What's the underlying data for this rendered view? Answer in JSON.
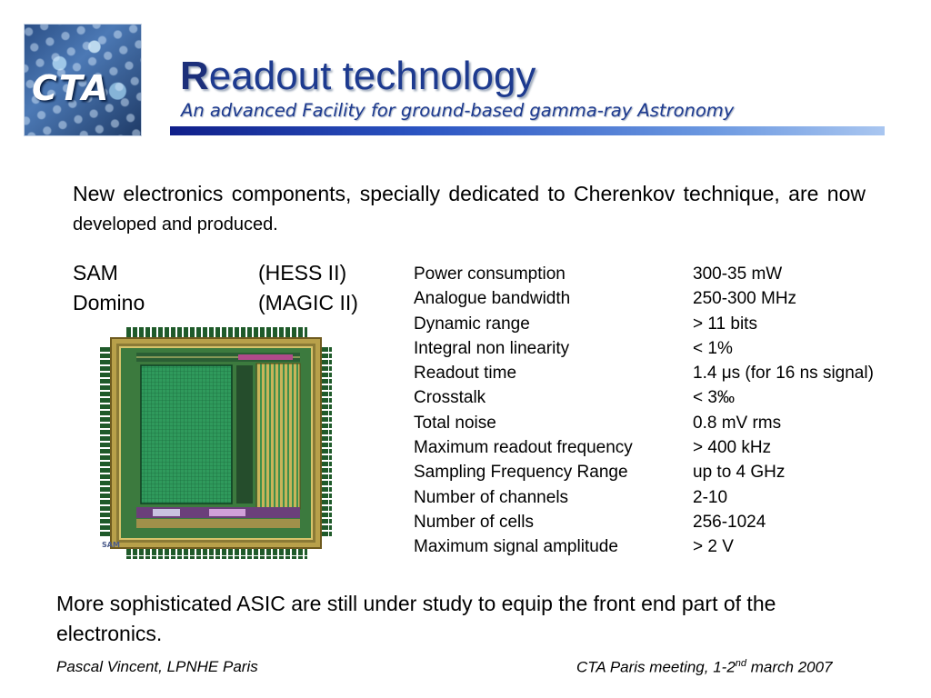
{
  "header": {
    "logo_text": "CTA",
    "title_first": "R",
    "title_rest": "eadout technology",
    "subtitle": "An advanced Facility for ground-based gamma-ray Astronomy"
  },
  "intro": {
    "main": "New electronics components, specially dedicated to Cherenkov technique, are now",
    "small": "developed and produced."
  },
  "chips": [
    {
      "name": "SAM",
      "experiment": "(HESS II)"
    },
    {
      "name": "Domino",
      "experiment": "(MAGIC II)"
    }
  ],
  "chip_image": {
    "label": "SAM"
  },
  "specs": [
    {
      "param": "Power consumption",
      "value": "300-35 mW"
    },
    {
      "param": "Analogue bandwidth",
      "value": "250-300 MHz"
    },
    {
      "param": "Dynamic range",
      "value": "> 11 bits"
    },
    {
      "param": "Integral non linearity",
      "value": "< 1%"
    },
    {
      "param": "Readout time",
      "value": "1.4 μs (for 16 ns signal)"
    },
    {
      "param": "Crosstalk",
      "value": "< 3‰"
    },
    {
      "param": "Total noise",
      "value": "0.8 mV rms"
    },
    {
      "param": "Maximum readout frequency",
      "value": "> 400 kHz"
    },
    {
      "param": "Sampling Frequency Range",
      "value": "up to 4 GHz"
    },
    {
      "param": "Number of channels",
      "value": "2-10"
    },
    {
      "param": "Number of cells",
      "value": "256-1024"
    },
    {
      "param": "Maximum signal amplitude",
      "value": "> 2 V"
    }
  ],
  "outro": "More sophisticated ASIC are still under study to equip the front end part of the electronics.",
  "footer": {
    "left": "Pascal Vincent, LPNHE Paris",
    "right_pre": "CTA Paris meeting, 1-2",
    "right_sup": "nd",
    "right_post": " march 2007"
  },
  "colors": {
    "title": "#1d3a8f",
    "bar_start": "#101f8a",
    "bar_end": "#a9c6f0"
  }
}
